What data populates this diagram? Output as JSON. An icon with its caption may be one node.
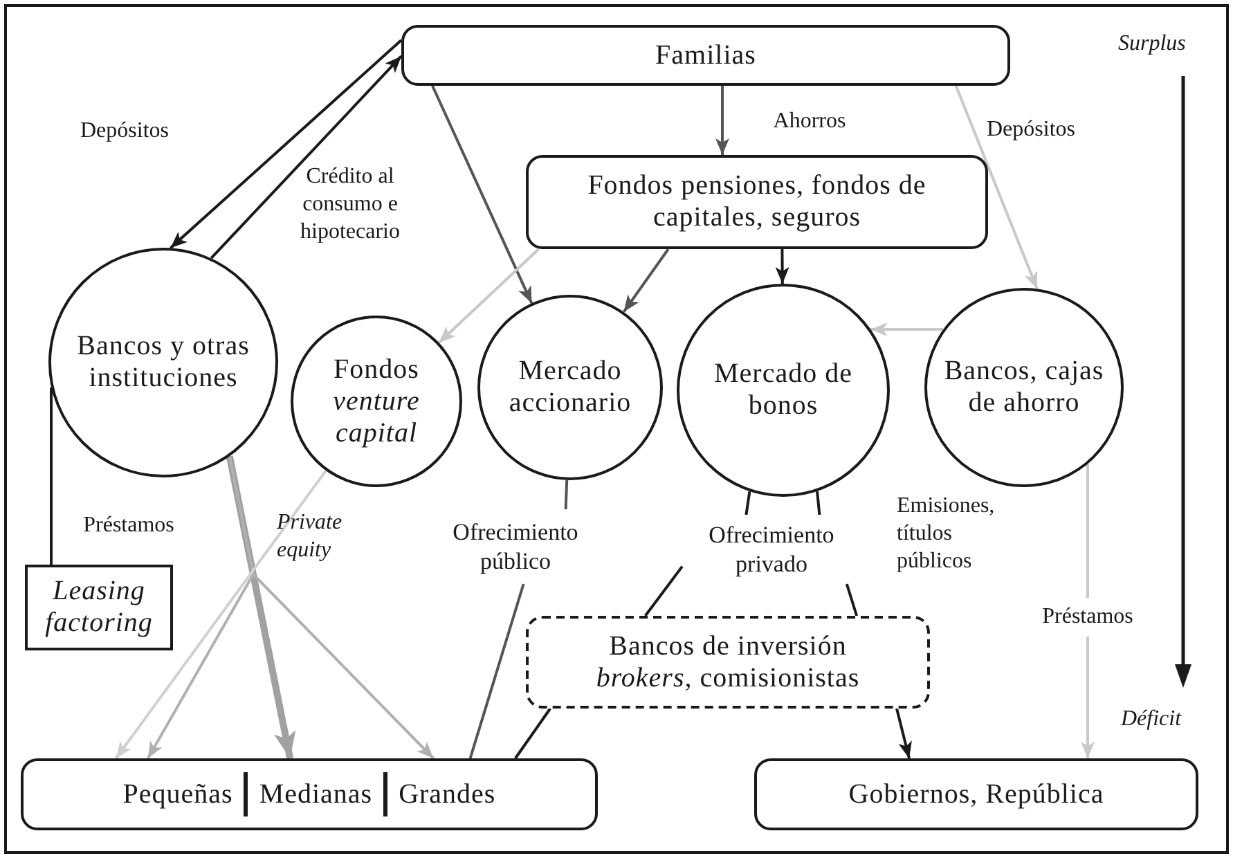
{
  "diagram": {
    "nodes": [
      {
        "text": [
          "Familias"
        ]
      },
      {
        "text": [
          "Fondos pensiones, fondos de capitales, seguros"
        ]
      },
      {
        "text": [
          "Bancos y otras instituciones"
        ]
      },
      {
        "text": [
          "Fondos *venture capital*"
        ]
      },
      {
        "text": [
          "Mercado accionario"
        ]
      },
      {
        "text": [
          "Mercado de bonos"
        ]
      },
      {
        "text": [
          "Bancos, cajas de ahorro"
        ]
      },
      {
        "text": [
          "Leasing factoring"
        ]
      },
      {
        "text": [
          "Bancos de inversión *brokers*, comisionistas"
        ]
      },
      {
        "text": [
          "Pequeñas",
          "Medianas",
          "Grandes"
        ]
      },
      {
        "text": [
          "Gobiernos, República"
        ]
      },
      {
        "text": [
          "Ofrecimiento público"
        ]
      },
      {
        "text": [
          "Ofrecimiento privado"
        ]
      }
    ],
    "edges": [
      {
        "from": 0,
        "to": 2,
        "arrow": "to",
        "label": "Depósitos"
      },
      {
        "from": 2,
        "to": 0,
        "arrow": "to",
        "label": "Crédito al consumo e hipotecario"
      },
      {
        "from": 0,
        "to": 4,
        "arrow": "to",
        "color": "#555555"
      },
      {
        "from": 0,
        "to": 1,
        "arrow": "to",
        "label": "Ahorros",
        "color": "#555555"
      },
      {
        "from": 0,
        "to": 6,
        "arrow": "to",
        "label": "Depósitos",
        "color": "#c8c8c8"
      },
      {
        "from": 1,
        "to": 3,
        "arrow": "to",
        "color": "#c8c8c8"
      },
      {
        "from": 1,
        "to": 4,
        "arrow": "to",
        "color": "#555555"
      },
      {
        "from": 1,
        "to": 5,
        "arrow": "to"
      },
      {
        "from": 6,
        "to": 5,
        "arrow": "to",
        "color": "#c8c8c8"
      },
      {
        "from": 6,
        "to": 10,
        "arrow": "to",
        "label": "Préstamos",
        "color": "#c8c8c8"
      },
      {
        "from": 2,
        "to": 7,
        "arrow": "none",
        "label": "Préstamos"
      },
      {
        "from": 2,
        "to": 9,
        "arrow": "to",
        "style": "thick",
        "color": "#a0a0a5"
      },
      {
        "from": 2,
        "to": 9,
        "arrow": "to",
        "color": "#b0b0b0"
      },
      {
        "from": 2,
        "to": 9,
        "arrow": "to",
        "color": "#b0b0b0"
      },
      {
        "from": 3,
        "to": 9,
        "arrow": "to",
        "color": "#d0d0d0"
      },
      {
        "from": 4,
        "to": 11,
        "arrow": "none",
        "color": "#555555"
      },
      {
        "from": 11,
        "to": 9,
        "arrow": "none",
        "color": "#555555"
      },
      {
        "from": 5,
        "to": 12,
        "arrow": "none"
      },
      {
        "from": 5,
        "to": 12,
        "arrow": "none"
      },
      {
        "from": 12,
        "to": 8,
        "arrow": "none"
      },
      {
        "from": 12,
        "to": 8,
        "arrow": "none"
      },
      {
        "from": 8,
        "to": 9,
        "arrow": "none"
      },
      {
        "from": 8,
        "to": 10,
        "arrow": "to"
      }
    ],
    "labels": [
      "Surplus",
      "Private equity",
      "Emisiones, títulos públicos",
      "Déficit"
    ]
  }
}
